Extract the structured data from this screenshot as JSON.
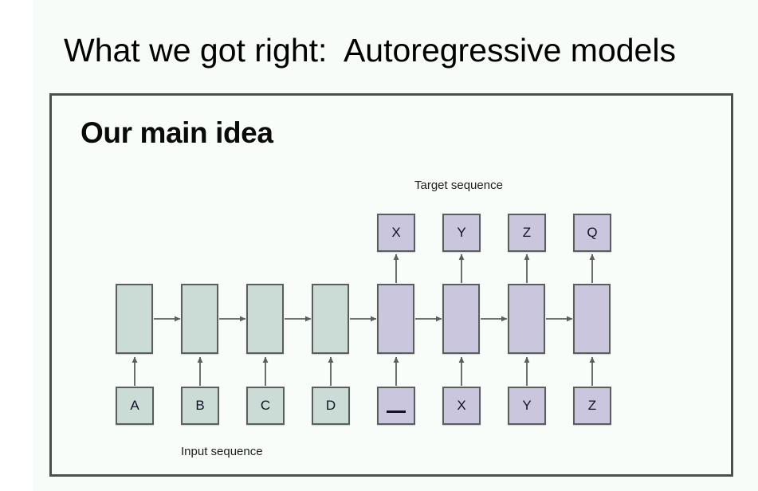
{
  "deck": {
    "title": "What we got right:  Autoregressive models"
  },
  "slide": {
    "title": "Our main idea",
    "labels": {
      "target_sequence": "Target sequence",
      "input_sequence": "Input sequence"
    },
    "colors": {
      "encoder_fill": "#cbdcd7",
      "decoder_fill": "#c9c6de",
      "node_border": "#5a5f5e",
      "arrow": "#5a5f5e",
      "frame_border": "#4c4f4d",
      "canvas": "#f8fdf9"
    },
    "diagram": {
      "type": "sequence-to-sequence-rnn",
      "column_count": 8,
      "columns": [
        {
          "index": 0,
          "phase": "encoder",
          "input_label": "A",
          "output_label": null,
          "cell_fill": "encoder",
          "input_fill": "encoder"
        },
        {
          "index": 1,
          "phase": "encoder",
          "input_label": "B",
          "output_label": null,
          "cell_fill": "encoder",
          "input_fill": "encoder"
        },
        {
          "index": 2,
          "phase": "encoder",
          "input_label": "C",
          "output_label": null,
          "cell_fill": "encoder",
          "input_fill": "encoder"
        },
        {
          "index": 3,
          "phase": "encoder",
          "input_label": "D",
          "output_label": null,
          "cell_fill": "encoder",
          "input_fill": "encoder"
        },
        {
          "index": 4,
          "phase": "decoder",
          "input_label": "_",
          "output_label": "X",
          "cell_fill": "decoder",
          "input_fill": "decoder"
        },
        {
          "index": 5,
          "phase": "decoder",
          "input_label": "X",
          "output_label": "Y",
          "cell_fill": "decoder",
          "input_fill": "decoder"
        },
        {
          "index": 6,
          "phase": "decoder",
          "input_label": "Y",
          "output_label": "Z",
          "cell_fill": "decoder",
          "input_fill": "decoder"
        },
        {
          "index": 7,
          "phase": "decoder",
          "input_label": "Z",
          "output_label": "Q",
          "cell_fill": "decoder",
          "input_fill": "decoder"
        }
      ],
      "input_sequence": [
        "A",
        "B",
        "C",
        "D",
        "_",
        "X",
        "Y",
        "Z"
      ],
      "target_sequence": [
        "X",
        "Y",
        "Z",
        "Q"
      ]
    }
  }
}
